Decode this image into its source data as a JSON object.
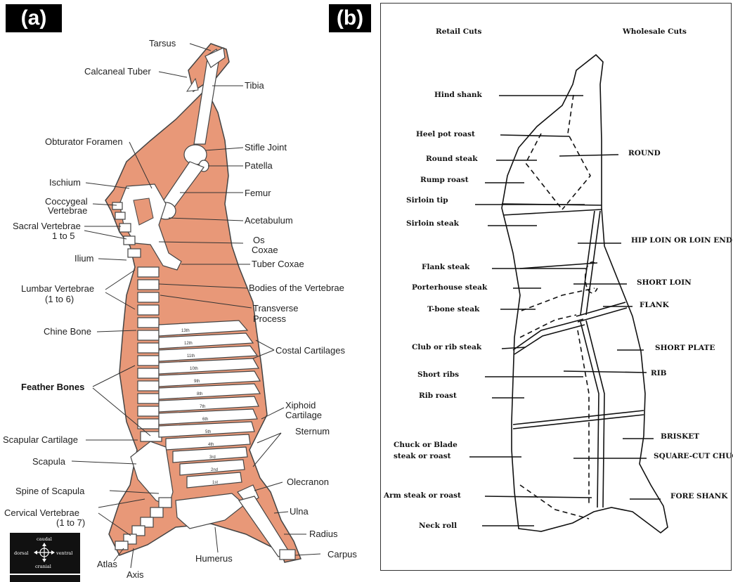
{
  "panel_a": {
    "badge": "(a)",
    "labels": {
      "tarsus": "Tarsus",
      "calcaneal_tuber": "Calcaneal Tuber",
      "tibia": "Tibia",
      "obturator_foramen": "Obturator Foramen",
      "stifle_joint": "Stifle Joint",
      "patella": "Patella",
      "ischium": "Ischium",
      "femur": "Femur",
      "coccygeal_1": "Coccygeal",
      "coccygeal_2": "Vertebrae",
      "acetabulum": "Acetabulum",
      "sacral_1": "Sacral Vertebrae",
      "sacral_2": "1 to 5",
      "os_coxae_1": "Os",
      "os_coxae_2": "Coxae",
      "ilium": "Ilium",
      "tuber_coxae": "Tuber Coxae",
      "lumbar_1": "Lumbar Vertebrae",
      "lumbar_2": "(1 to 6)",
      "bodies_of_vertebrae": "Bodies of the Vertebrae",
      "transverse_1": "Transverse",
      "transverse_2": "Process",
      "chine_bone": "Chine Bone",
      "costal_cartilages": "Costal Cartilages",
      "feather_bones": "Feather Bones",
      "xiphoid_1": "Xiphoid",
      "xiphoid_2": "Cartilage",
      "sternum": "Sternum",
      "scapular_cartilage": "Scapular Cartilage",
      "scapula": "Scapula",
      "olecranon": "Olecranon",
      "spine_of_scapula": "Spine of Scapula",
      "cervical_1": "Cervical Vertebrae",
      "cervical_2": "(1 to 7)",
      "ulna": "Ulna",
      "radius": "Radius",
      "atlas": "Atlas",
      "humerus": "Humerus",
      "carpus": "Carpus",
      "axis": "Axis"
    },
    "rib_numbers": [
      "13th",
      "12th",
      "11th",
      "10th",
      "9th",
      "8th",
      "7th",
      "6th",
      "5th",
      "4th",
      "3rd",
      "2nd",
      "1st"
    ],
    "orientation": {
      "top": "caudal",
      "left": "dorsal",
      "right": "ventral",
      "bottom": "cranial"
    },
    "colors": {
      "carcass": "#E89878",
      "bone": "#ffffff",
      "outline": "#444444"
    }
  },
  "panel_b": {
    "badge": "(b)",
    "header_retail": "Retail Cuts",
    "header_wholesale": "Wholesale Cuts",
    "retail_cuts": [
      "Hind shank",
      "Heel pot roast",
      "Round steak",
      "Rump roast",
      "Sirloin tip",
      "Sirloin steak",
      "Flank steak",
      "Porterhouse steak",
      "T-bone steak",
      "Club or rib steak",
      "Short ribs",
      "Rib roast",
      "Chuck or Blade",
      "steak or roast",
      "Arm steak or roast",
      "Neck roll"
    ],
    "wholesale_cuts": [
      "ROUND",
      "HIP LOIN OR LOIN END",
      "SHORT LOIN",
      "FLANK",
      "SHORT PLATE",
      "RIB",
      "BRISKET",
      "SQUARE-CUT CHUCK",
      "FORE SHANK"
    ]
  }
}
